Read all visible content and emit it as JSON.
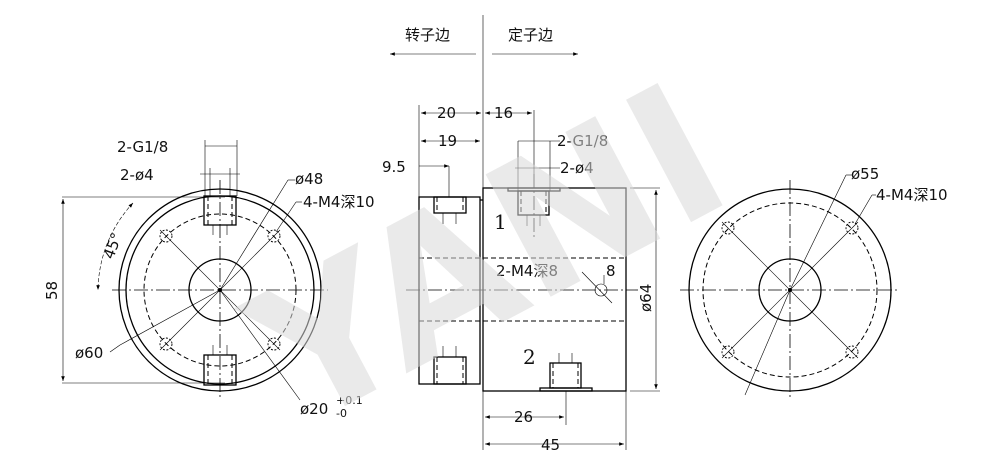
{
  "header": {
    "rotor_side": "转子边",
    "stator_side": "定子边"
  },
  "watermark": "YANI",
  "left_view": {
    "port_thread": "2-G1/8",
    "port_hole": "2-ø4",
    "bolt_circle": "ø48",
    "mount_thread": "4-M4深10",
    "angle": "45°",
    "height": "58",
    "outer_dia": "ø60",
    "bore": "ø20",
    "bore_tol_upper": "+0.1",
    "bore_tol_lower": "-0"
  },
  "side_view": {
    "dim_20": "20",
    "dim_16": "16",
    "dim_19": "19",
    "dim_9_5": "9.5",
    "port_thread": "2-G1/8",
    "port_hole": "2-ø4",
    "side_thread": "2-M4深8",
    "dim_8": "8",
    "outer_dia": "ø64",
    "dim_26": "26",
    "dim_45": "45",
    "port_1": "1",
    "port_2": "2"
  },
  "right_view": {
    "bolt_circle": "ø55",
    "mount_thread": "4-M4深10"
  }
}
